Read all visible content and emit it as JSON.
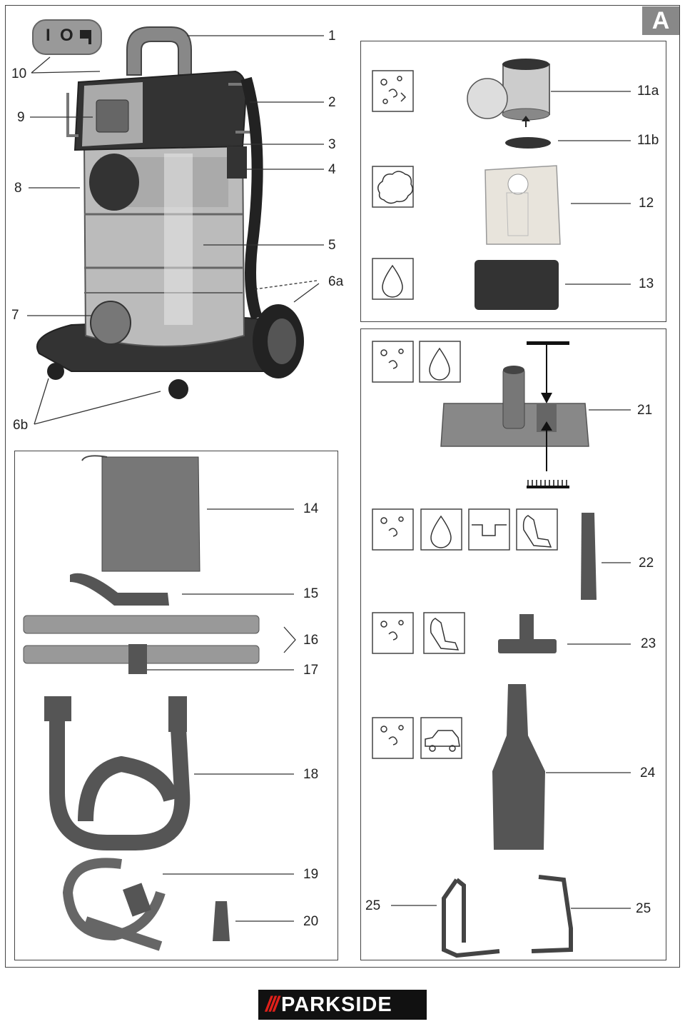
{
  "page_badge": "A",
  "brand": {
    "stripes": "///",
    "name": "PARKSIDE"
  },
  "switch_panel": {
    "on_symbol": "I",
    "off_symbol": "O"
  },
  "labels": {
    "n1": "1",
    "n2": "2",
    "n3": "3",
    "n4": "4",
    "n5": "5",
    "n6a": "6a",
    "n6b": "6b",
    "n7": "7",
    "n8": "8",
    "n9": "9",
    "n10": "10",
    "n11a": "11a",
    "n11b": "11b",
    "n12": "12",
    "n13": "13",
    "n14": "14",
    "n15": "15",
    "n16": "16",
    "n17": "17",
    "n18": "18",
    "n19": "19",
    "n20": "20",
    "n21": "21",
    "n22": "22",
    "n23": "23",
    "n24": "24",
    "n25a": "25",
    "n25b": "25"
  },
  "icons": [
    "dry-debris-icon",
    "dust-cloud-icon",
    "water-drop-icon",
    "stairs-icon",
    "car-seat-icon",
    "car-icon"
  ]
}
